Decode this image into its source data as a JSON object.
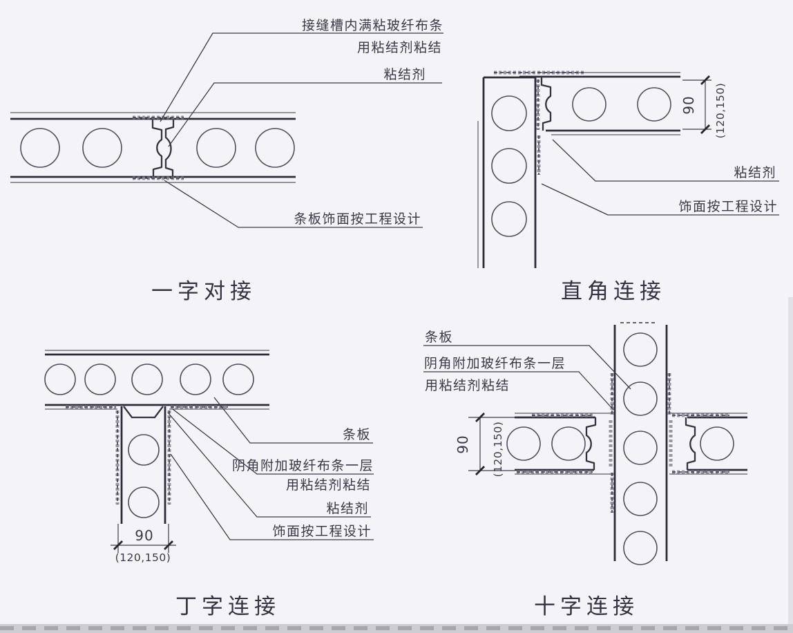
{
  "figure": {
    "background": "#f4f3f7",
    "line_color": "#2d2b38",
    "description_language": "zh-CN"
  },
  "diagrams": {
    "butt": {
      "title": "一字对接",
      "labels": {
        "groove_tape_line1": "接缝槽内满粘玻纤布条",
        "groove_tape_line2": "用粘结剂粘结",
        "adhesive": "粘结剂",
        "finish": "条板饰面按工程设计"
      }
    },
    "right_angle": {
      "title": "直角连接",
      "labels": {
        "adhesive": "粘结剂",
        "finish": "饰面按工程设计"
      },
      "dimension": {
        "primary": "90",
        "alternate": "(120,150)"
      }
    },
    "tee": {
      "title": "丁字连接",
      "labels": {
        "panel": "条板",
        "corner_tape_line1": "阴角附加玻纤布条一层",
        "corner_tape_line2": "用粘结剂粘结",
        "adhesive": "粘结剂",
        "finish": "饰面按工程设计"
      },
      "dimension": {
        "primary": "90",
        "alternate": "(120,150)"
      }
    },
    "cross": {
      "title": "十字连接",
      "labels": {
        "panel": "条板",
        "corner_tape_line1": "阴角附加玻纤布条一层",
        "corner_tape_line2": "用粘结剂粘结"
      },
      "dimension": {
        "primary": "90",
        "alternate": "(120,150)"
      }
    }
  }
}
